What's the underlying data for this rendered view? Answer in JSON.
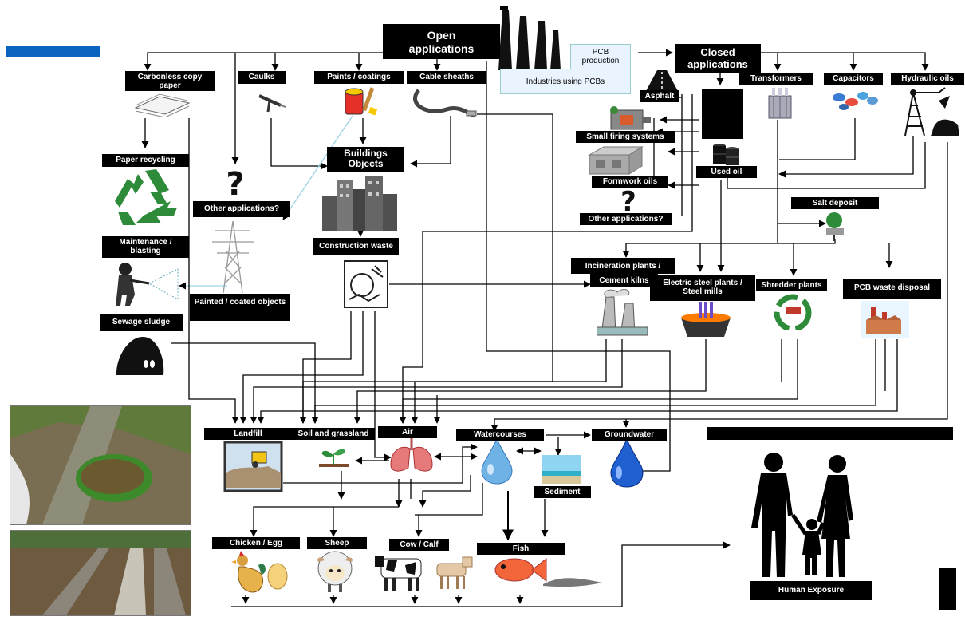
{
  "colors": {
    "accent_bar": "#0a64c0",
    "label_bg": "#000000",
    "label_fg": "#ffffff",
    "recycle_green": "#2e8b3a",
    "water_blue": "#1f5fd0",
    "pcb_box_bg": "#eaf4ff"
  },
  "labels": {
    "open_applications": "Open\napplications",
    "closed_applications": "Closed\napplications",
    "pcb_production": "PCB\nproduction",
    "industries_using_pcbs": "Industries using PCBs",
    "carbonless_copy_paper": "Carbonless copy paper",
    "caulks": "Caulks",
    "paints_coatings": "Paints / coatings",
    "cable_sheaths": "Cable sheaths",
    "buildings_objects": "Buildings\nObjects",
    "paper_recycling": "Paper recycling",
    "other_applications_open": "Other applications?",
    "maintenance_blasting": "Maintenance / blasting",
    "painted_coated_objects": "Painted / coated objects",
    "sewage_sludge": "Sewage sludge",
    "construction_waste": "Construction waste",
    "asphalt": "Asphalt",
    "small_firing_systems": "Small firing systems",
    "formwork_oils": "Formwork oils",
    "other_applications_closed": "Other applications?",
    "used_oil": "Used oil",
    "transformers": "Transformers",
    "capacitors": "Capacitors",
    "hydraulic_oils": "Hydraulic oils",
    "salt_deposit": "Salt deposit",
    "incineration_plants": "Incineration plants /",
    "cement_kilns": "Cement kilns",
    "electric_steel_plants": "Electric steel plants / Steel mills",
    "shredder_plants": "Shredder plants",
    "pcb_waste_disposal": "PCB waste disposal",
    "landfill": "Landfill",
    "soil_and_grassland": "Soil and grassland",
    "air": "Air",
    "watercourses": "Watercourses",
    "groundwater": "Groundwater",
    "sediment": "Sediment",
    "chicken_egg": "Chicken / Egg",
    "sheep": "Sheep",
    "cow_calf": "Cow / Calf",
    "fish": "Fish",
    "human_exposure": "Human Exposure"
  },
  "icons": {
    "factory": "factory-chimneys-icon",
    "paper": "paper-stack-icon",
    "caulk_gun": "caulk-gun-icon",
    "paint": "paint-bucket-icon",
    "cable": "cable-icon",
    "question": "question-mark-icon",
    "recycle": "recycle-icon",
    "pylon": "power-pylon-icon",
    "blaster": "blasting-worker-icon",
    "sludge": "sludge-pile-icon",
    "buildings": "city-buildings-icon",
    "waste": "construction-waste-icon",
    "road": "asphalt-road-icon",
    "boiler": "firing-system-icon",
    "block": "concrete-block-icon",
    "barrels": "oil-barrels-icon",
    "transformer": "transformer-icon",
    "capacitor": "capacitor-icon",
    "mine": "mine-headframe-icon",
    "incinerator": "incinerator-icon",
    "steel": "steel-ladle-icon",
    "shredder": "shredder-recycle-icon",
    "pcb_disposal": "waste-facility-icon",
    "landfill": "landfill-icon",
    "plant": "seedling-icon",
    "lungs": "lungs-icon",
    "drop": "water-drop-icon",
    "sediment": "sediment-icon",
    "chicken": "chicken-egg-icon",
    "sheep": "sheep-icon",
    "cow": "cow-calf-icon",
    "fish": "fish-icon",
    "family": "family-silhouette-icon"
  }
}
